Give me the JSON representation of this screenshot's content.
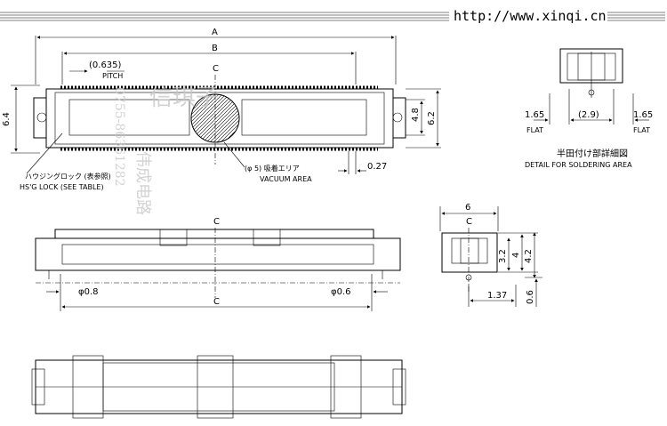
{
  "header": {
    "url": "http://www.xinqi.cn"
  },
  "watermark": {
    "chars": "信琪子",
    "vertical": "0755-86361282",
    "company": "伟成电路"
  },
  "top_view": {
    "dim_A": "A",
    "dim_B": "B",
    "dim_pitch_value": "(0.635)",
    "dim_pitch_label": "PITCH",
    "centerline": "C",
    "dim_left_height": "6.4",
    "dim_right_inner": "4.8",
    "dim_right_outer": "6.2",
    "dim_gap": "0.27",
    "housing_lock_jp": "ハウジングロック (表参照)",
    "housing_lock_en": "HS'G LOCK (SEE TABLE)",
    "vacuum_jp": "(φ 5) 吸着エリア",
    "vacuum_en": "VACUUM AREA"
  },
  "detail_view": {
    "dim_left": "1.65",
    "dim_mid": "(2.9)",
    "dim_right": "1.65",
    "flat_left": "FLAT",
    "flat_right": "FLAT",
    "title_jp": "半田付け部詳細図",
    "title_en": "DETAIL FOR SOLDERING AREA"
  },
  "front_view": {
    "centerline": "C",
    "dim_left_dia": "φ0.8",
    "dim_right_dia": "φ0.6",
    "dim_C": "C"
  },
  "side_view": {
    "dim_width": "6",
    "centerline": "C",
    "dim_h1": "3.2",
    "dim_h2": "4",
    "dim_h3": "4.2",
    "dim_offset": "1.37",
    "dim_bottom": "0.6"
  }
}
